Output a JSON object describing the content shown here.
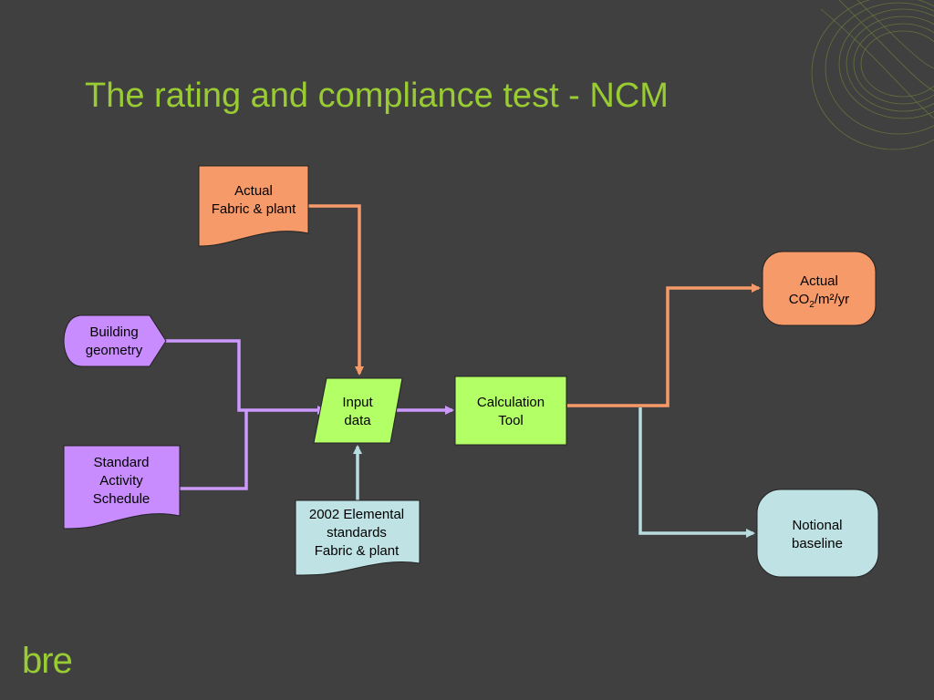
{
  "slide": {
    "title": "The rating and compliance test - NCM",
    "logo_text": "bre"
  },
  "nodes": {
    "actual_fabric": {
      "line1": "Actual",
      "line2": "Fabric & plant"
    },
    "building_geometry": {
      "line1": "Building",
      "line2": "geometry"
    },
    "standard_activity": {
      "line1": "Standard",
      "line2": "Activity",
      "line3": "Schedule"
    },
    "input_data": {
      "line1": "Input",
      "line2": "data"
    },
    "calculation_tool": {
      "line1": "Calculation",
      "line2": "Tool"
    },
    "elemental_standards": {
      "line1": "2002 Elemental",
      "line2": "standards",
      "line3": "Fabric & plant"
    },
    "actual_co2": {
      "line1": "Actual",
      "co": "CO",
      "sub": "2",
      "rest": "/m²/yr"
    },
    "notional_baseline": {
      "line1": "Notional",
      "line2": "baseline"
    }
  },
  "colors": {
    "background": "#404040",
    "title": "#99cc33",
    "orange": "#f79a6a",
    "purple": "#c98cff",
    "green": "#b3ff66",
    "light_blue": "#bfe2e4",
    "arrow_orange": "#f79a6a",
    "arrow_purple": "#cc99ff",
    "arrow_blue": "#b8dde0"
  }
}
